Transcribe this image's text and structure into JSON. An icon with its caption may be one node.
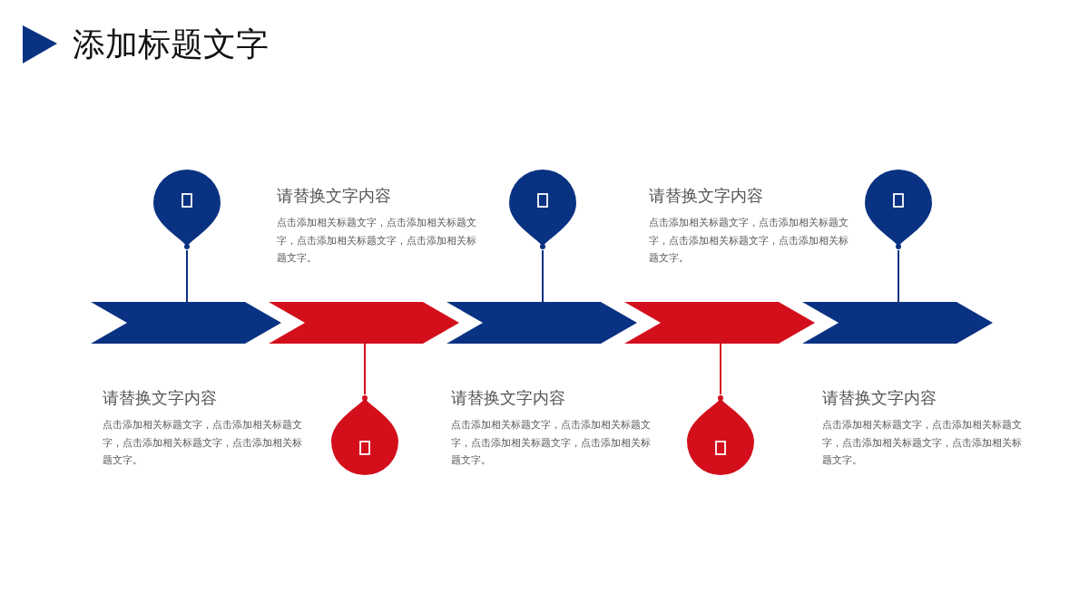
{
  "diagram": {
    "title": "添加标题文字",
    "nodes": [
      {
        "text": [],
        "shape": "chevron"
      },
      {
        "text": [],
        "shape": "chevron"
      },
      {
        "text": [],
        "shape": "chevron"
      },
      {
        "text": [],
        "shape": "chevron"
      },
      {
        "text": [],
        "shape": "chevron"
      },
      {
        "text": [],
        "shape": "pin"
      },
      {
        "text": [],
        "shape": "pin"
      },
      {
        "text": [],
        "shape": "pin"
      },
      {
        "text": [],
        "shape": "pin"
      },
      {
        "text": [],
        "shape": "pin"
      }
    ],
    "edges": [
      {
        "from": 5,
        "to": 0,
        "arrow": "none"
      },
      {
        "from": 6,
        "to": 1,
        "arrow": "none",
        "color": "#d40f1c"
      },
      {
        "from": 7,
        "to": 2,
        "arrow": "none"
      },
      {
        "from": 8,
        "to": 3,
        "arrow": "none",
        "color": "#d40f1c"
      },
      {
        "from": 9,
        "to": 4,
        "arrow": "none"
      }
    ],
    "labels": [
      "请替换文字内容",
      "点击添加相关标题文字，点击添加相关标题文字，点击添加相关标题文字，点击添加相关标题文字。",
      "请替换文字内容",
      "点击添加相关标题文字，点击添加相关标题文字，点击添加相关标题文字，点击添加相关标题文字。",
      "请替换文字内容",
      "点击添加相关标题文字，点击添加相关标题文字，点击添加相关标题文字，点击添加相关标题文字。",
      "请替换文字内容",
      "点击添加相关标题文字，点击添加相关标题文字，点击添加相关标题文字，点击添加相关标题文字。",
      "请替换文字内容",
      "点击添加相关标题文字，点击添加相关标题文字，点击添加相关标题文字，点击添加相关标题文字。"
    ]
  }
}
